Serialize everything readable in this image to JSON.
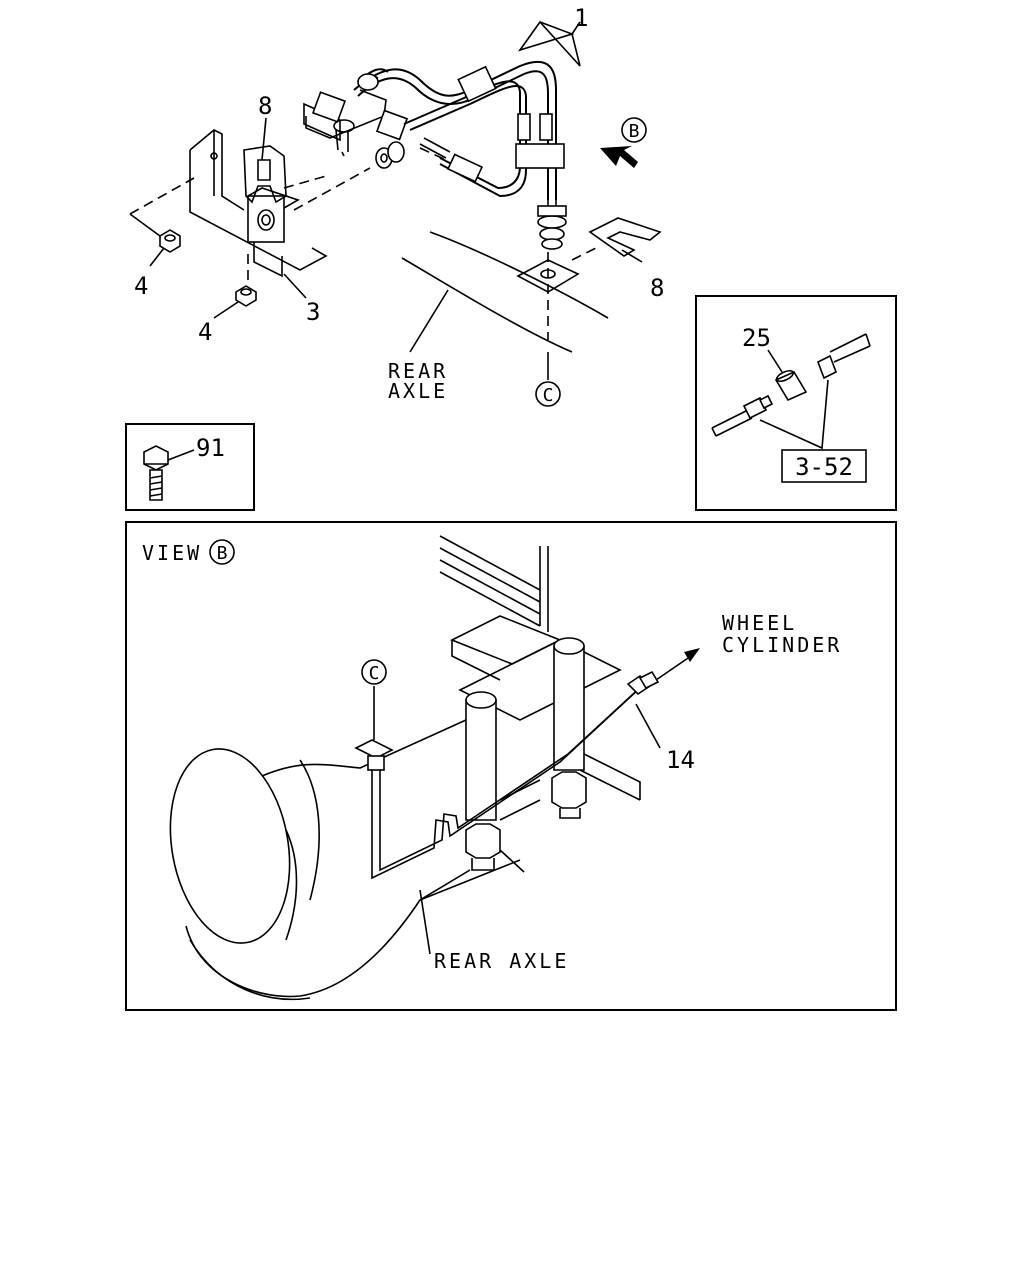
{
  "callouts": {
    "c1": "1",
    "c8a": "8",
    "c8b": "8",
    "c4a": "4",
    "c4b": "4",
    "c3": "3",
    "c25": "25",
    "c91": "91",
    "c14": "14",
    "ref_3_52": "3-52"
  },
  "markers": {
    "view_b": "B",
    "point_c": "C"
  },
  "labels": {
    "rear_axle_top_line1": "REAR",
    "rear_axle_top_line2": "AXLE",
    "view_caption": "VIEW",
    "wheel_cylinder_line1": "WHEEL",
    "wheel_cylinder_line2": "CYLINDER",
    "rear_axle_bottom": "REAR AXLE"
  }
}
